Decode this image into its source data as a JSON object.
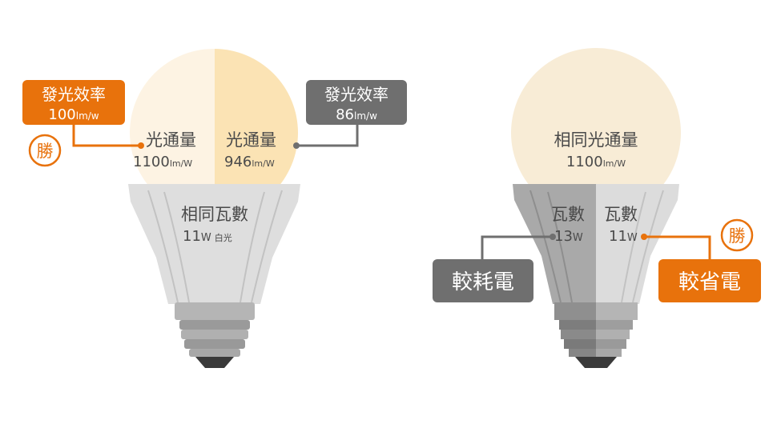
{
  "left_bulb": {
    "badge_left_line1": "發光效率",
    "badge_left_line2_value": "100",
    "badge_left_line2_unit": "lm/w",
    "win_label": "勝",
    "badge_right_line1": "發光效率",
    "badge_right_line2_value": "86",
    "badge_right_line2_unit": "lm/w",
    "flux_left_title": "光通量",
    "flux_left_value": "1100",
    "flux_left_unit": "lm/W",
    "flux_right_title": "光通量",
    "flux_right_value": "946",
    "flux_right_unit": "lm/W",
    "base_title": "相同瓦數",
    "base_value": "11",
    "base_unit": "W",
    "base_note": "白光"
  },
  "right_bulb": {
    "dome_title": "相同光通量",
    "dome_value": "1100",
    "dome_unit": "lm/W",
    "watt_left_title": "瓦數",
    "watt_left_value": "13",
    "watt_left_unit": "W",
    "watt_right_title": "瓦數",
    "watt_right_value": "11",
    "watt_right_unit": "W",
    "badge_left": "較耗電",
    "badge_right": "較省電",
    "win_label": "勝"
  },
  "colors": {
    "orange": "#e8720c",
    "gray_badge": "#6f6f6f",
    "dome_warm": "#fbe7c3",
    "dome_pale": "#fdf3e3",
    "dome_neutral": "#f8ecd6",
    "shell": "#dcdcdc",
    "base_metal": "#a8a8a8"
  }
}
